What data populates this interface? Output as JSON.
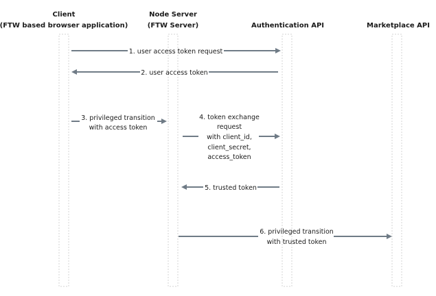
{
  "participants": [
    {
      "id": "client",
      "lines": [
        "Client",
        "(FTW based browser application)"
      ]
    },
    {
      "id": "node",
      "lines": [
        "Node Server",
        "(FTW Server)"
      ]
    },
    {
      "id": "auth",
      "lines": [
        "Authentication API"
      ]
    },
    {
      "id": "market",
      "lines": [
        "Marketplace API"
      ]
    }
  ],
  "messages": [
    {
      "from": "client",
      "to": "auth",
      "lines": [
        "1. user access token request"
      ]
    },
    {
      "from": "auth",
      "to": "client",
      "lines": [
        "2. user access token"
      ]
    },
    {
      "from": "client",
      "to": "node",
      "lines": [
        "3. privileged transition",
        "with access token"
      ]
    },
    {
      "from": "node",
      "to": "auth",
      "lines": [
        "4. token exchange",
        "request",
        "with client_id,",
        "client_secret,",
        "access_token"
      ]
    },
    {
      "from": "auth",
      "to": "node",
      "lines": [
        "5. trusted token"
      ]
    },
    {
      "from": "node",
      "to": "market",
      "lines": [
        "6. privileged transition",
        "with trusted token"
      ]
    }
  ],
  "colors": {
    "arrow": "#6f7b86",
    "lifeline_border": "#d3d3d3",
    "text": "#1a1a1a"
  }
}
